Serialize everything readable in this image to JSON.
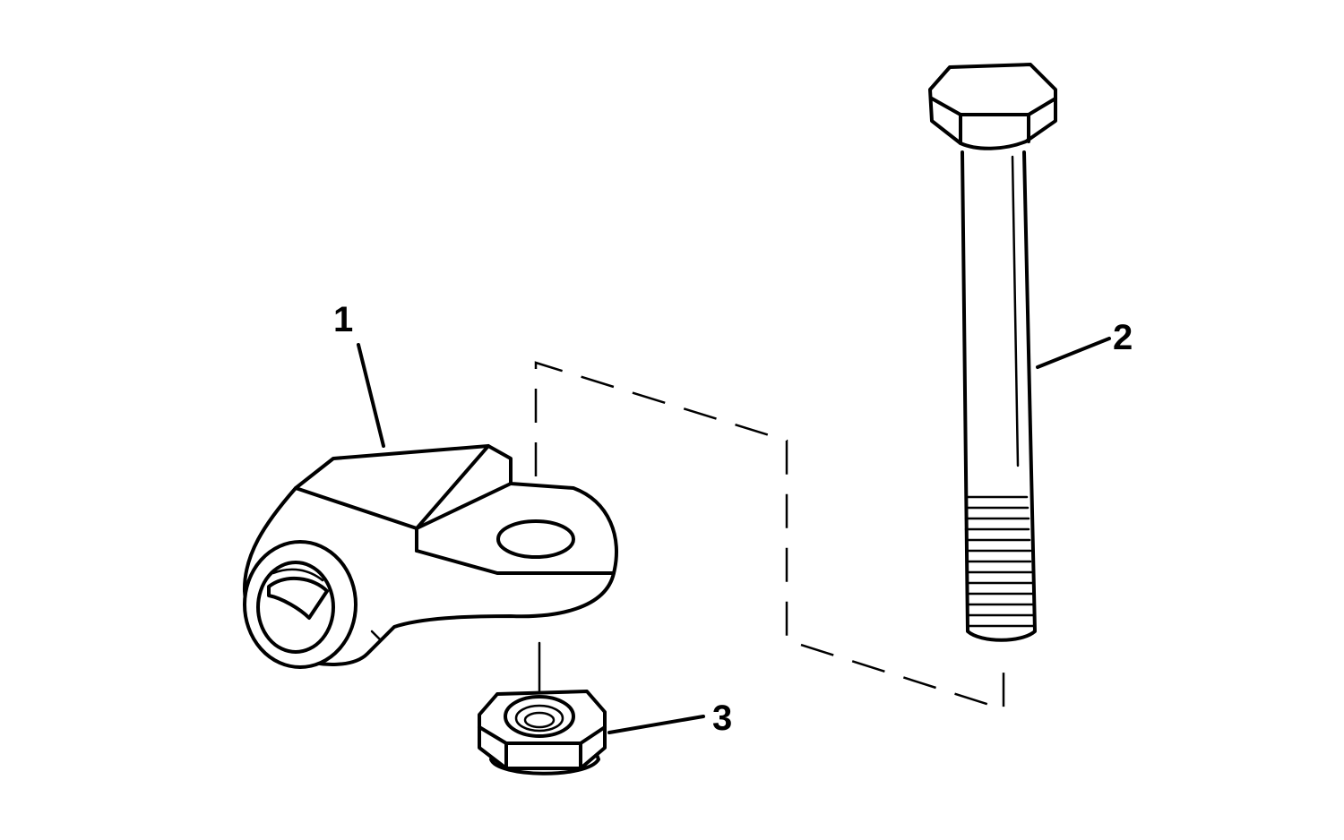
{
  "callouts": [
    {
      "id": "1",
      "label": "1",
      "part": "bracket"
    },
    {
      "id": "2",
      "label": "2",
      "part": "bolt"
    },
    {
      "id": "3",
      "label": "3",
      "part": "nut"
    }
  ],
  "colors": {
    "ink": "#000000",
    "background": "#ffffff"
  }
}
